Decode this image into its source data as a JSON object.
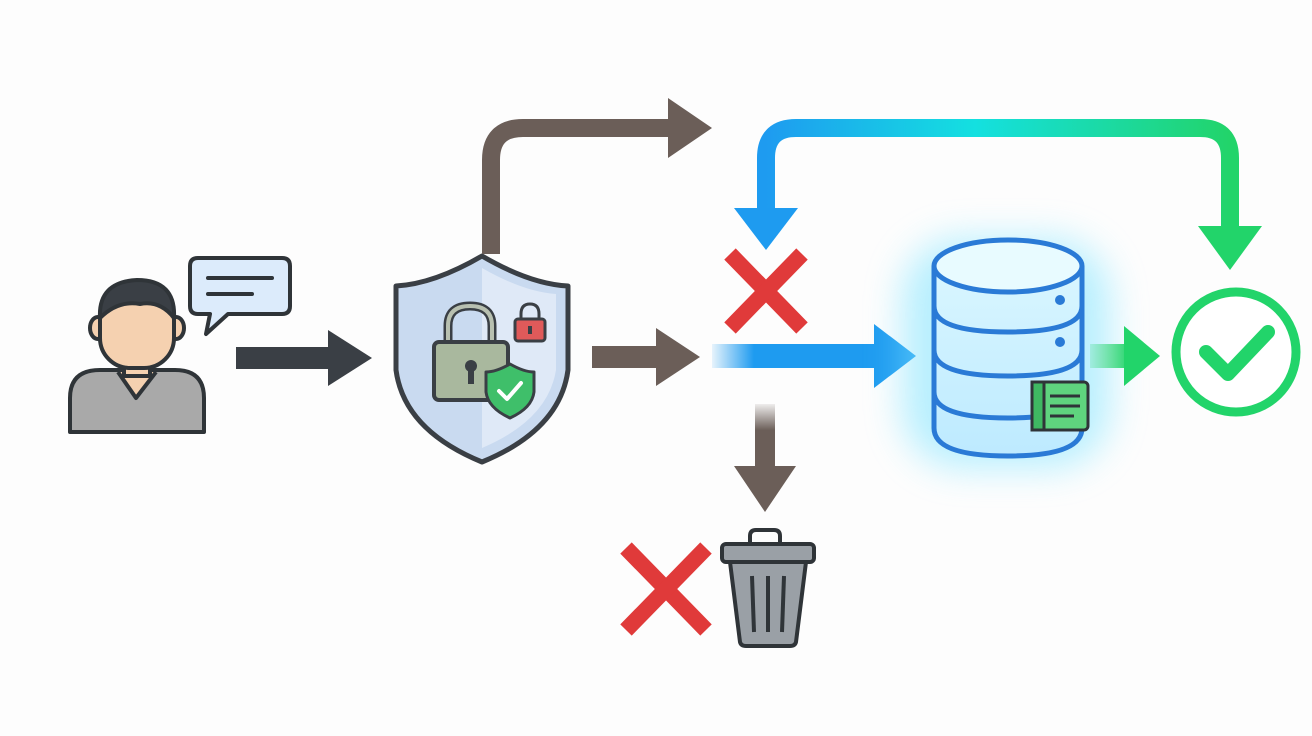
{
  "diagram": {
    "nodes": [
      {
        "id": "user",
        "icon": "user-with-message-icon"
      },
      {
        "id": "security",
        "icon": "shield-lock-check-icon"
      },
      {
        "id": "database",
        "icon": "database-with-document-icon"
      },
      {
        "id": "approved",
        "icon": "check-circle-icon"
      },
      {
        "id": "rejected",
        "icon": "x-mark-icon"
      },
      {
        "id": "discarded",
        "icon": "trash-can-icon"
      }
    ],
    "edges": [
      {
        "from": "user",
        "to": "security"
      },
      {
        "from": "security",
        "to": "bypass-route"
      },
      {
        "from": "security",
        "to": "split-point"
      },
      {
        "from": "split-point",
        "to": "database"
      },
      {
        "from": "split-point",
        "to": "discarded"
      },
      {
        "from": "database",
        "to": "approved"
      },
      {
        "from": "approved",
        "to": "rejected"
      }
    ],
    "colors": {
      "dark_arrow": "#3a3f45",
      "brown_arrow": "#6b5e58",
      "blue": "#1e9bf0",
      "green": "#22d46a",
      "red": "#e03a3a",
      "shield_fill": "#c9daf0",
      "shield_stroke": "#3a3f45"
    }
  }
}
